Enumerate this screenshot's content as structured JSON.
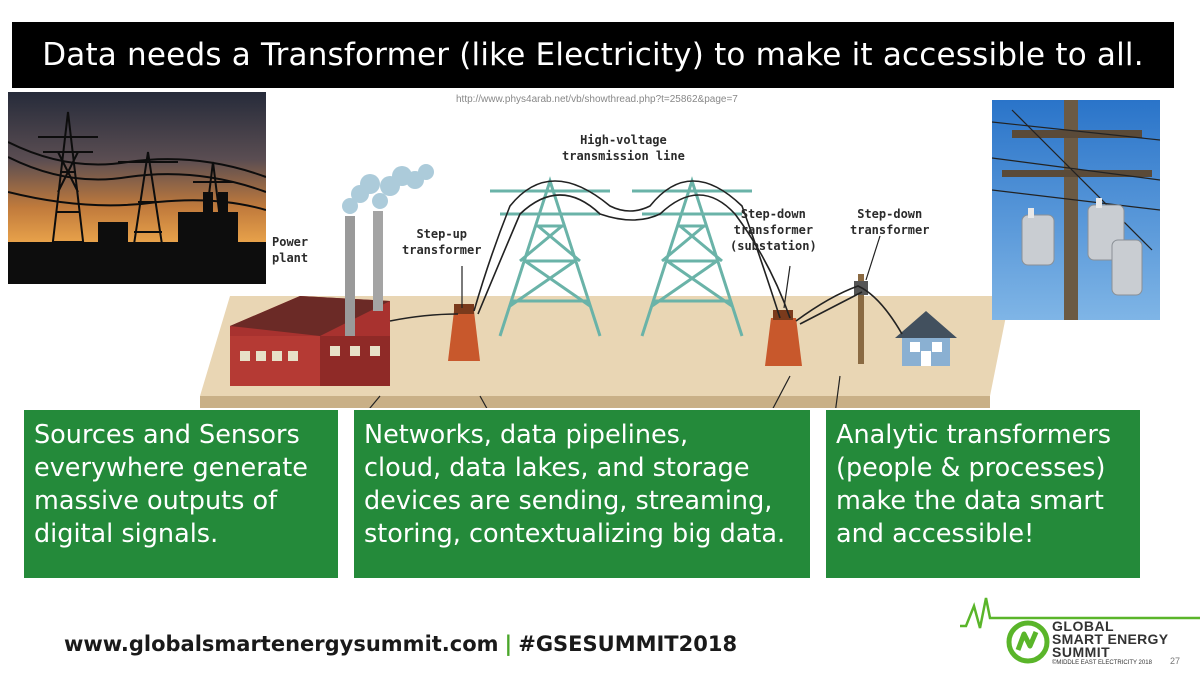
{
  "title": "Data needs a Transformer (like Electricity) to make it accessible to all.",
  "source_url": "http://www.phys4arab.net/vb/showthread.php?t=25862&page=7",
  "diagram_labels": {
    "power_plant": [
      "Power",
      "plant"
    ],
    "step_up": [
      "Step-up",
      "transformer"
    ],
    "high_voltage": [
      "High-voltage",
      "transmission line"
    ],
    "step_down_substation": [
      "Step-down",
      "transformer",
      "(substation)"
    ],
    "step_down": [
      "Step-down",
      "transformer"
    ]
  },
  "boxes": [
    {
      "lines": [
        "Sources and Sensors",
        "everywhere generate",
        "massive outputs of",
        "digital signals."
      ]
    },
    {
      "lines": [
        "Networks, data pipelines,",
        "cloud, data lakes, and storage",
        "devices are sending, streaming,",
        "storing, contextualizing big data."
      ]
    },
    {
      "lines": [
        "Analytic transformers",
        "(people & processes)",
        "make the data smart",
        "and accessible!"
      ]
    }
  ],
  "footer": {
    "website": "www.globalsmartenergysummit.com",
    "separator": "|",
    "hashtag": "#GSESUMMIT2018"
  },
  "logo": {
    "line1": "GLOBAL",
    "line2": "SMART ENERGY",
    "line3": "SUMMIT",
    "line4": "©MIDDLE EAST ELECTRICITY 2018"
  },
  "page_number": "27",
  "colors": {
    "green": "#248a3a",
    "title_bg": "#000000",
    "accent_green": "#4aa62a"
  }
}
